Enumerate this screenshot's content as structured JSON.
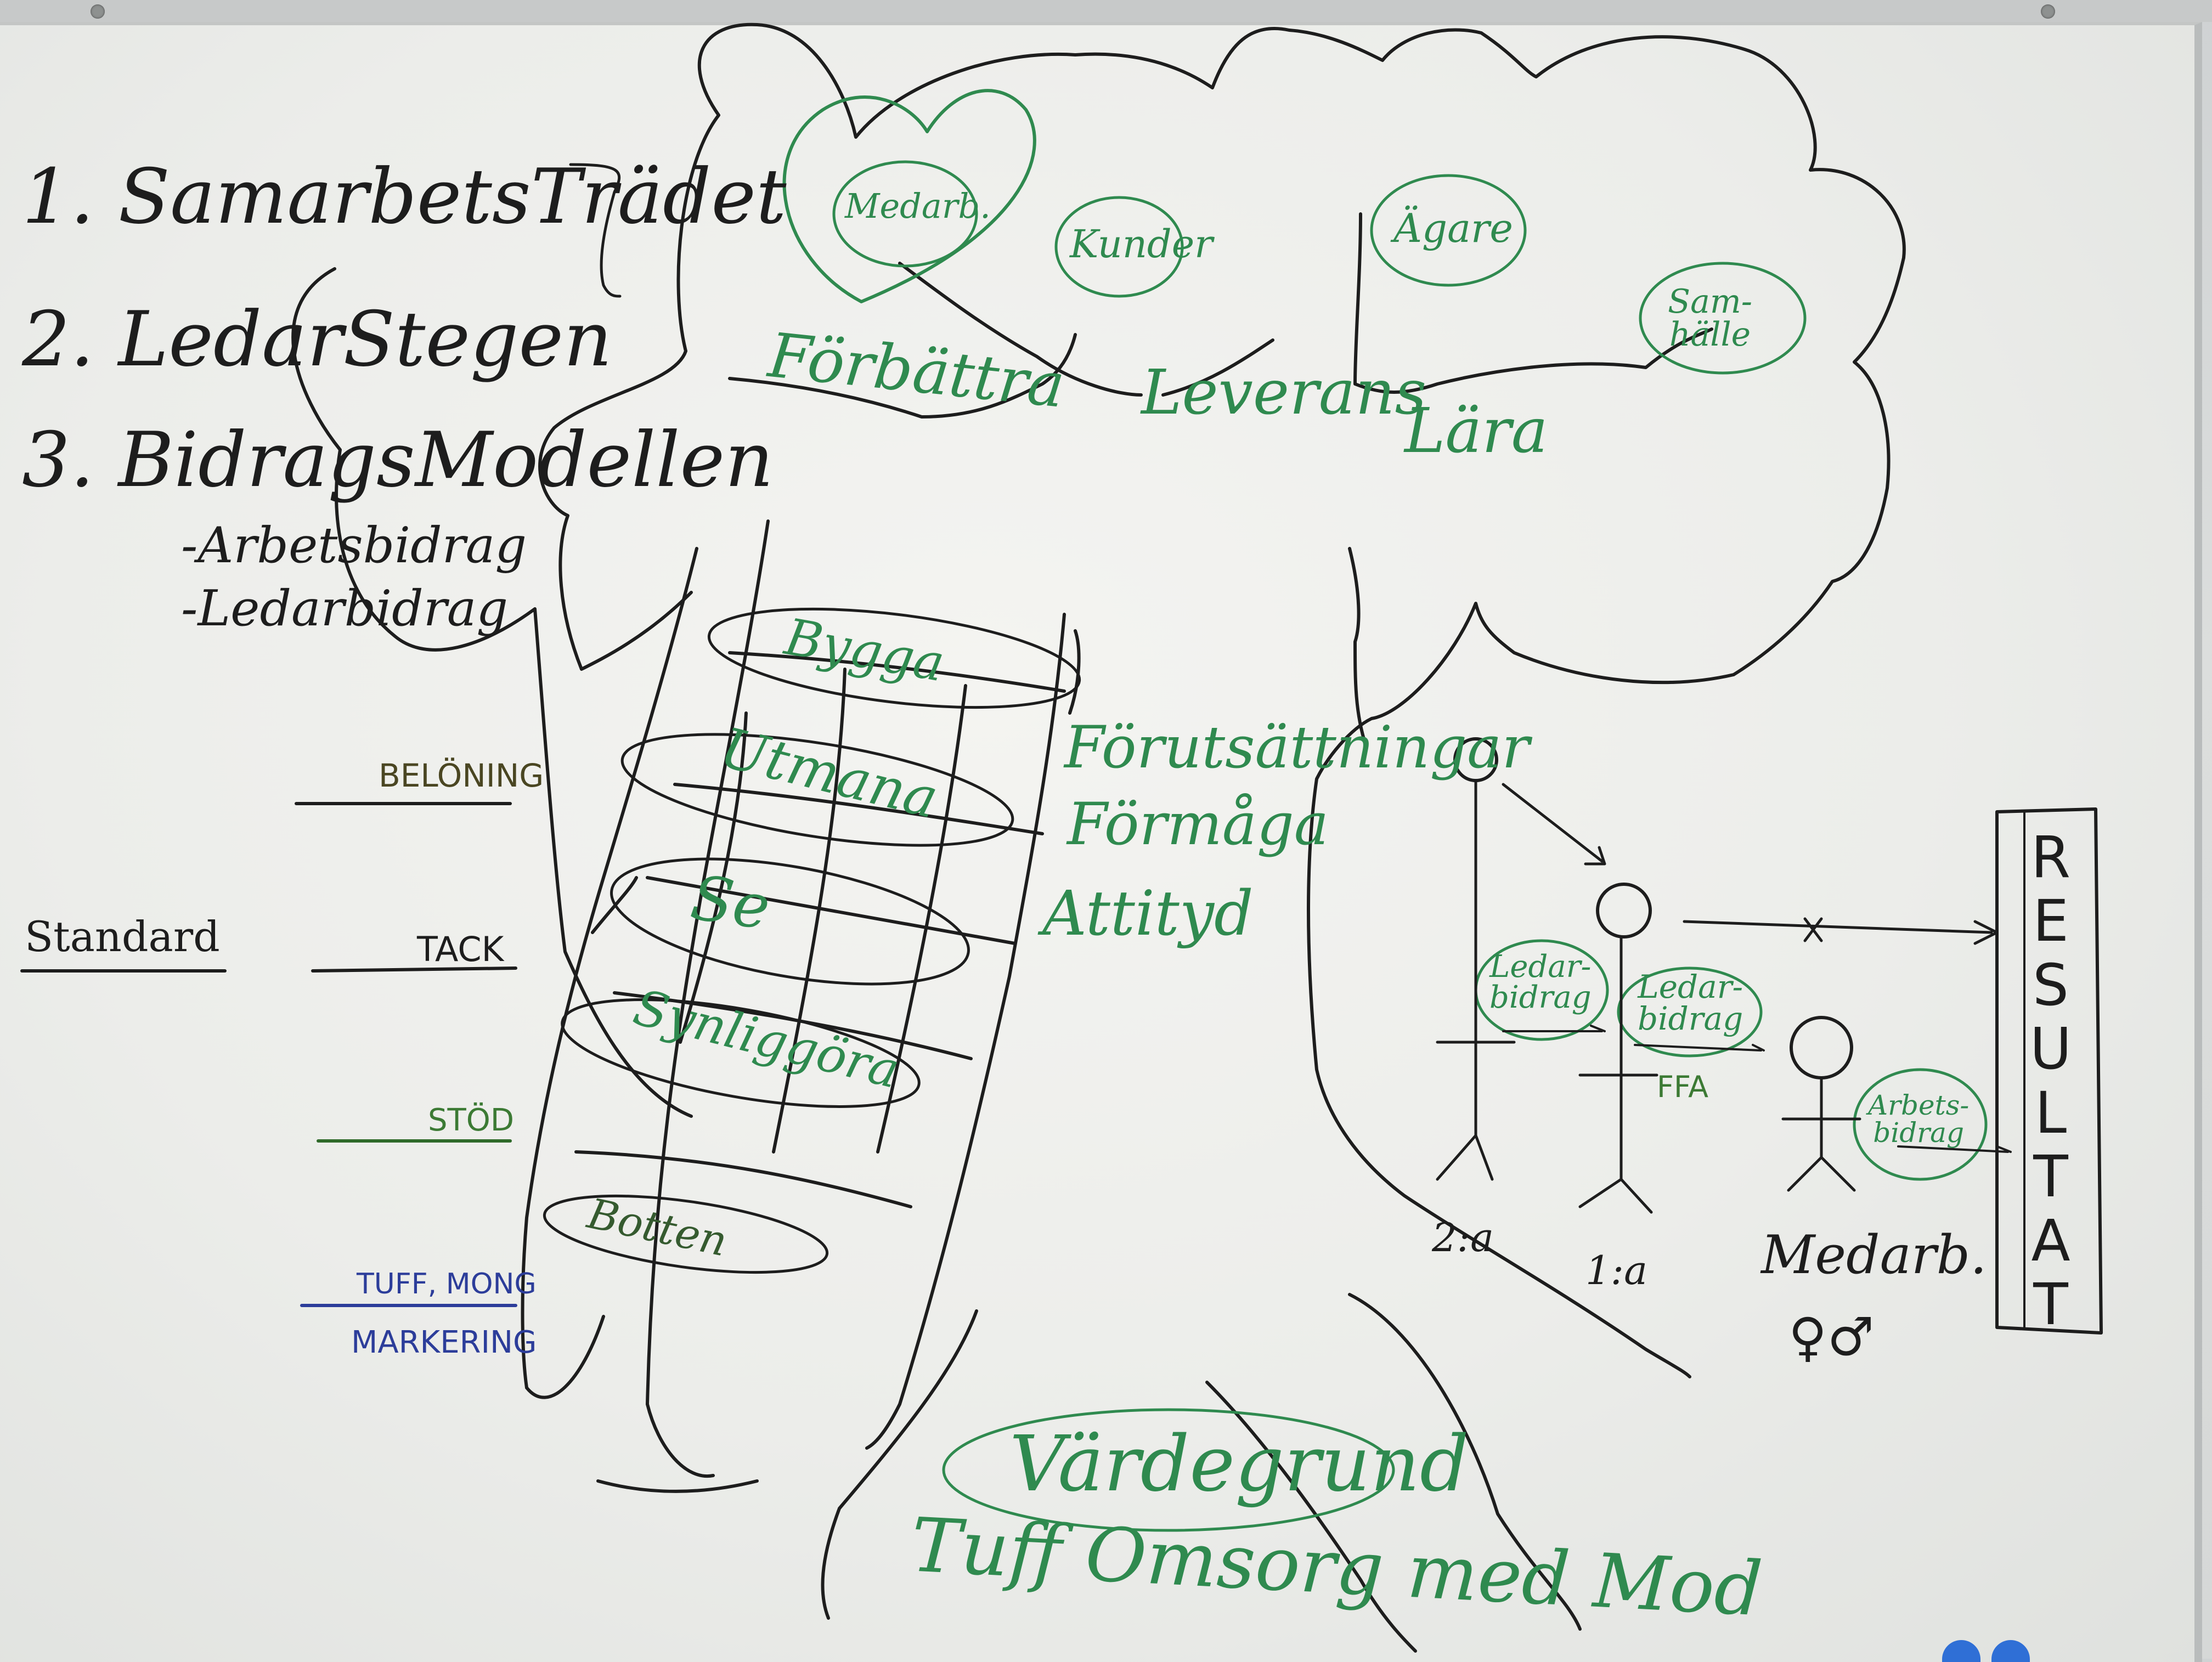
{
  "board": {
    "list": {
      "item1": "1. SamarbetsTrädet",
      "item2": "2. LedarStegen",
      "item3": "3. BidragsModellen",
      "sub1": "-Arbetsbidrag",
      "sub2": "-Ledarbidrag"
    },
    "scale": {
      "beloning": "BELÖNING",
      "standard": "Standard",
      "tack": "TACK",
      "stod": "STÖD",
      "tuff_mong": "TUFF, MONG",
      "markering": "MARKERING"
    },
    "tree": {
      "apples": {
        "medarb": "Medarb.",
        "kunder": "Kunder",
        "agare": "Ägare",
        "samhalle_1": "Sam-",
        "samhalle_2": "hälle"
      },
      "branches": {
        "forbattra": "Förbättra",
        "leverans": "Leverans",
        "lara": "Lära"
      },
      "trunk": {
        "forutsattningar": "Förutsättningar",
        "formaga": "Förmåga",
        "attityd": "Attityd"
      },
      "root": {
        "vardegrund": "Värdegrund",
        "tuff_omsorg": "Tuff Omsorg med Mod"
      }
    },
    "ladder": {
      "rungs": [
        "Bygga",
        "Utmana",
        "Se",
        "Synliggöra",
        "Botten"
      ]
    },
    "model": {
      "ledarbidrag_a1": "Ledar-",
      "ledarbidrag_a2": "bidrag",
      "ledarbidrag_b1": "Ledar-",
      "ledarbidrag_b2": "bidrag",
      "ffa": "FFA",
      "arbetsbidrag_1": "Arbets-",
      "arbetsbidrag_2": "bidrag",
      "label_2a": "2:a",
      "label_1a": "1:a",
      "medarb": "Medarb.",
      "gender": "♀♂",
      "resultat": [
        "R",
        "E",
        "S",
        "U",
        "L",
        "T",
        "A",
        "T"
      ]
    },
    "colors": {
      "black_ink": "#1d1d1d",
      "green_ink": "#2f8a4f",
      "blue_ink": "#2c3d9a",
      "olive_ink": "#4a4622"
    }
  }
}
